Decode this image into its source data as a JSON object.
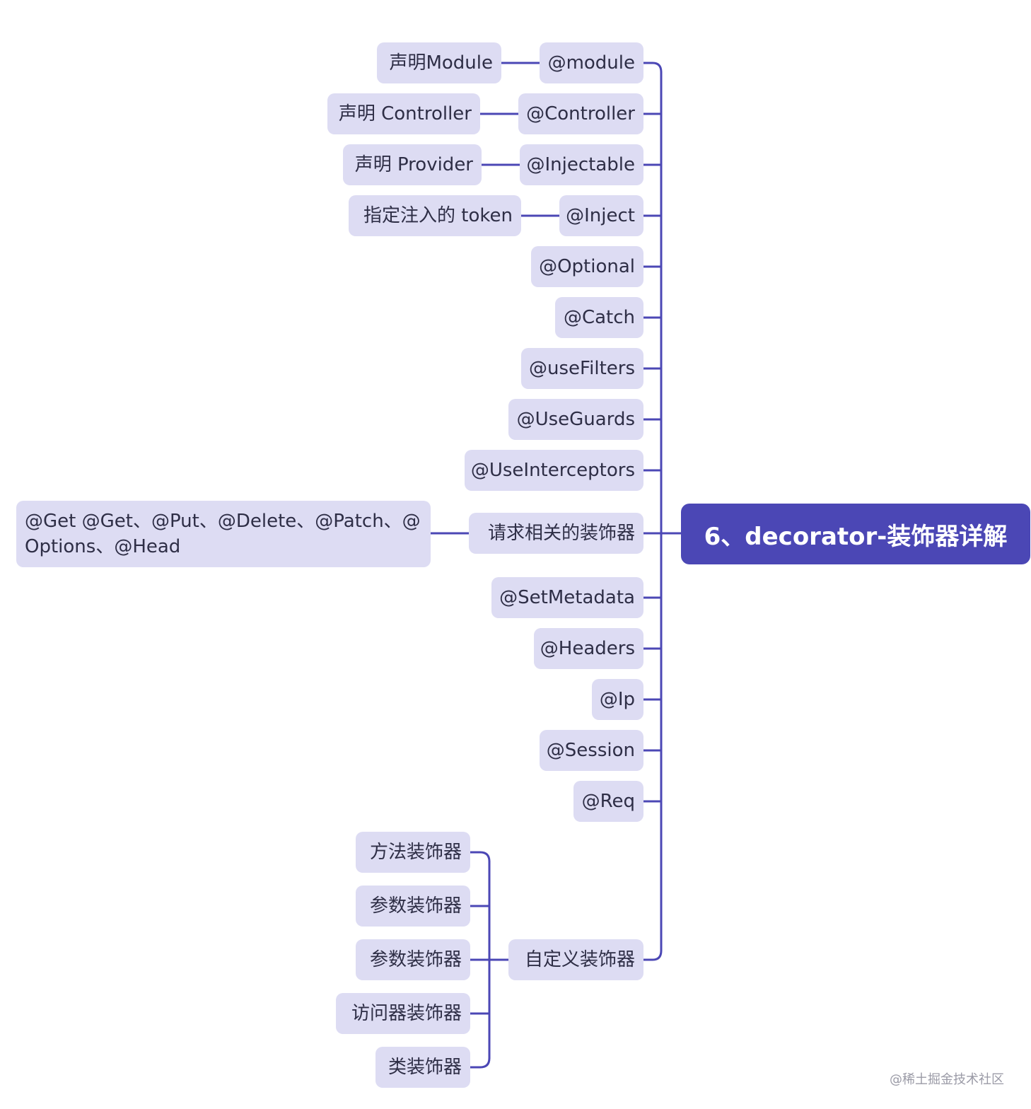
{
  "root": {
    "label": "6、decorator-装饰器详解"
  },
  "branches": [
    {
      "label": "@module",
      "child": "声明Module"
    },
    {
      "label": "@Controller",
      "child": "声明 Controller"
    },
    {
      "label": "@Injectable",
      "child": "声明 Provider"
    },
    {
      "label": "@Inject",
      "child": "指定注入的 token"
    },
    {
      "label": "@Optional"
    },
    {
      "label": "@Catch"
    },
    {
      "label": "@useFilters"
    },
    {
      "label": "@UseGuards"
    },
    {
      "label": "@UseInterceptors"
    },
    {
      "label": "请求相关的装饰器",
      "child": "@Get @Get、@Put、@Delete、@Patch、@ Options、@Head"
    },
    {
      "label": "@SetMetadata"
    },
    {
      "label": "@Headers"
    },
    {
      "label": "@Ip"
    },
    {
      "label": "@Session"
    },
    {
      "label": "@Req"
    },
    {
      "label": "自定义装饰器",
      "children": [
        "方法装饰器",
        "参数装饰器",
        "参数装饰器",
        "访问器装饰器",
        "类装饰器"
      ]
    }
  ],
  "watermark": "@稀土掘金技术社区",
  "colors": {
    "line": "#4b47b5",
    "root_bg": "#4b47b5",
    "node_bg": "#dddcf3"
  }
}
